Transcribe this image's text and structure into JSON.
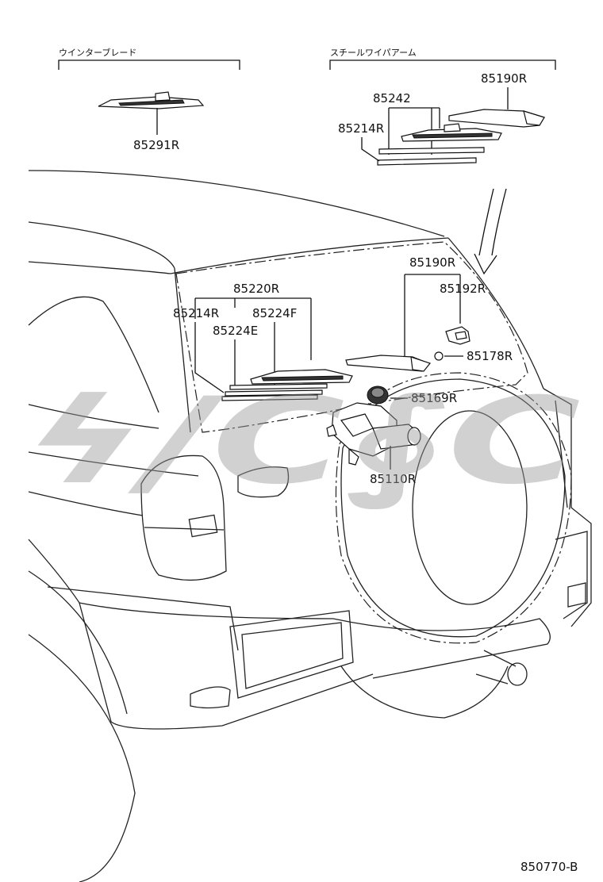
{
  "diagram": {
    "sections": {
      "winter_blade": "ウインターブレード",
      "steel_wiper_arm": "スチールワイパアーム"
    },
    "parts": {
      "p85291R": "85291R",
      "p85242": "85242",
      "p85190R_top": "85190R",
      "p85214R_top": "85214R",
      "p85190R": "85190R",
      "p85192R": "85192R",
      "p85220R": "85220R",
      "p85214R": "85214R",
      "p85224F": "85224F",
      "p85224E": "85224E",
      "p85178R": "85178R",
      "p85169R": "85169R",
      "p85110R": "85110R"
    },
    "watermark": "ϟ/C∮C",
    "figure_code": "850770-B"
  }
}
